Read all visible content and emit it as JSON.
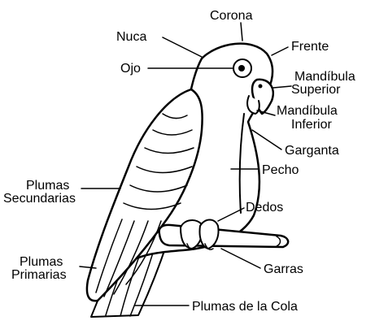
{
  "diagram": {
    "labels": {
      "corona": "Corona",
      "nuca": "Nuca",
      "frente": "Frente",
      "ojo": "Ojo",
      "mandibula_superior_1": "Mandíbula",
      "mandibula_superior_2": "Superior",
      "mandibula_inferior_1": "Mandíbula",
      "mandibula_inferior_2": "Inferior",
      "garganta": "Garganta",
      "pecho": "Pecho",
      "plumas_secundarias_1": "Plumas",
      "plumas_secundarias_2": "Secundarias",
      "dedos": "Dedos",
      "plumas_primarias_1": "Plumas",
      "plumas_primarias_2": "Primarias",
      "garras": "Garras",
      "plumas_cola": "Plumas de la Cola"
    },
    "colors": {
      "ink": "#000000",
      "background": "#ffffff"
    }
  }
}
